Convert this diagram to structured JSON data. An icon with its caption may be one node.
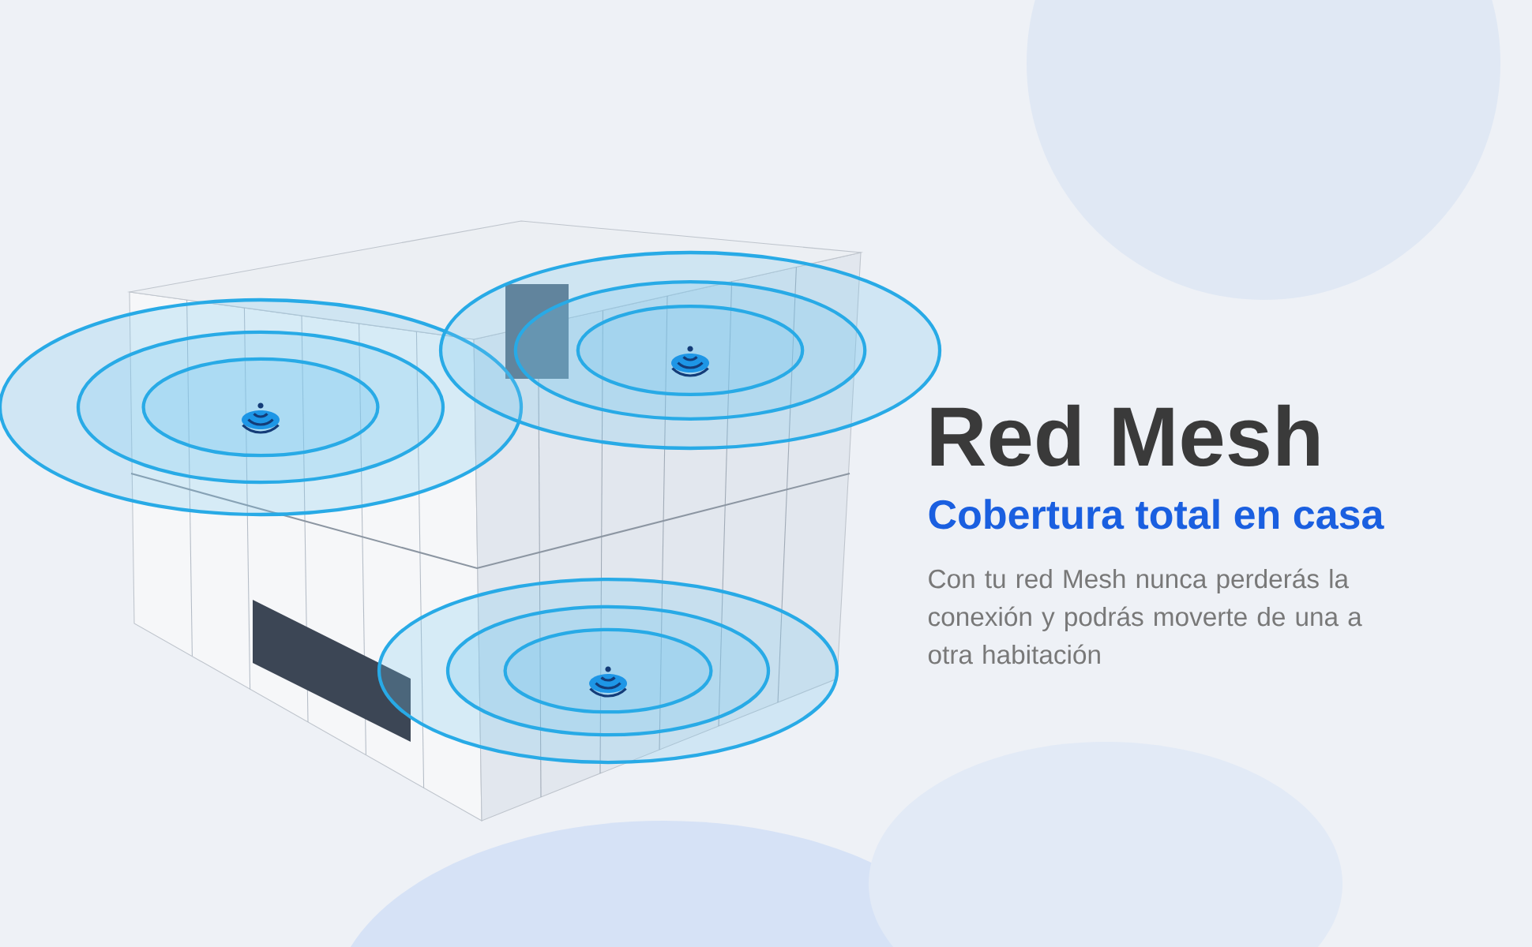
{
  "diagram": {
    "title": "Red Mesh",
    "labels": [
      "Cobertura total en casa",
      "Con tu red Mesh nunca perderás la conexión y podrás moverte de una a otra habitación"
    ]
  }
}
